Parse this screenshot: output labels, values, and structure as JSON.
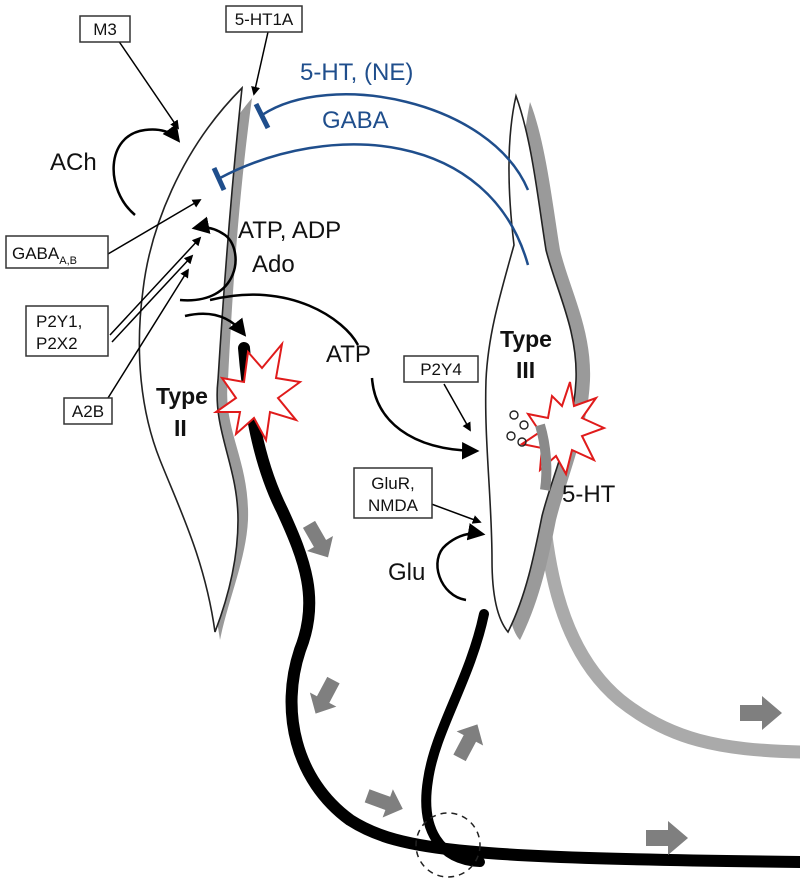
{
  "receptors": {
    "m3": "M3",
    "ht1a": "5-HT1A",
    "gaba_ab_main": "GABA",
    "gaba_ab_sub": "A,B",
    "p2y1": "P2Y1,",
    "p2x2": "P2X2",
    "a2b": "A2B",
    "p2y4": "P2Y4",
    "glur": "GluR,",
    "nmda": "NMDA"
  },
  "transmitters": {
    "ach": "ACh",
    "atp_adp": "ATP, ADP",
    "ado": "Ado",
    "atp": "ATP",
    "glu": "Glu",
    "ht_ne": "5-HT, (NE)",
    "gaba": "GABA",
    "ht": "5-HT"
  },
  "cells": {
    "type2_line1": "Type",
    "type2_line2": "II",
    "type3_line1": "Type",
    "type3_line2": "III"
  },
  "colors": {
    "inhibitory": "#1f4e8c",
    "burst": "#e01b1b",
    "nerve": "#000000",
    "nerve_light": "#aaaaaa",
    "flow_arrow": "#7f7f7f",
    "shadow": "#9a9a9a"
  }
}
